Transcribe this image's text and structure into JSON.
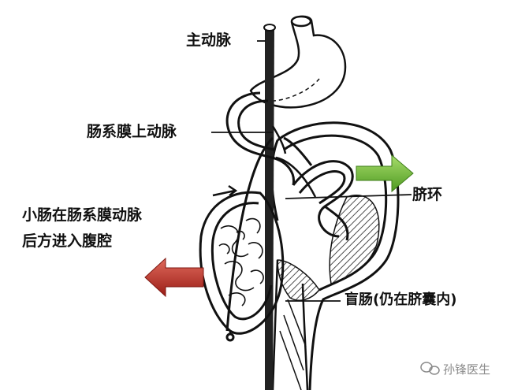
{
  "labels": {
    "aorta": "主动脉",
    "sma": "肠系膜上动脉",
    "small_intestine_line1": "小肠在肠系膜动脉",
    "small_intestine_line2": "后方进入腹腔",
    "umbilical_ring": "脐环",
    "cecum": "盲肠(仍在脐囊内)"
  },
  "watermark": {
    "icon": "wechat-icon",
    "text": "孙锋医生"
  },
  "colors": {
    "right_arrow": "#6fb43a",
    "left_arrow": "#c0302a"
  }
}
